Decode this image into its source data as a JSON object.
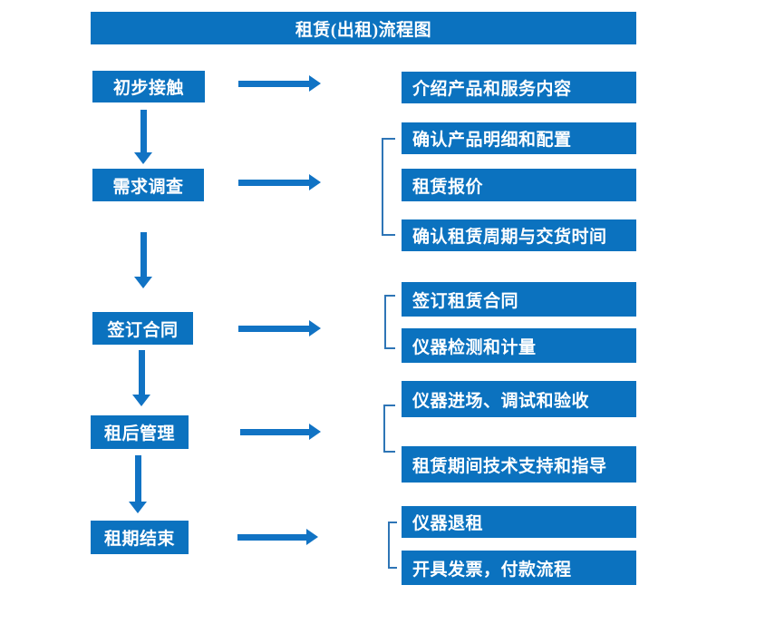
{
  "title": "租赁(出租)流程图",
  "colors": {
    "box_blue": "#0b72bf",
    "arrow_blue": "#1173c4",
    "bracket_blue": "#2e75b6",
    "text_white": "#ffffff"
  },
  "steps": [
    {
      "label": "初步接触",
      "details": [
        "介绍产品和服务内容"
      ]
    },
    {
      "label": "需求调查",
      "details": [
        "确认产品明细和配置",
        "租赁报价",
        "确认租赁周期与交货时间"
      ]
    },
    {
      "label": "签订合同",
      "details": [
        "签订租赁合同",
        "仪器检测和计量"
      ]
    },
    {
      "label": "租后管理",
      "details": [
        "仪器进场、调试和验收",
        "租赁期间技术支持和指导"
      ]
    },
    {
      "label": "租期结束",
      "details": [
        "仪器退租",
        "开具发票，付款流程"
      ]
    }
  ]
}
